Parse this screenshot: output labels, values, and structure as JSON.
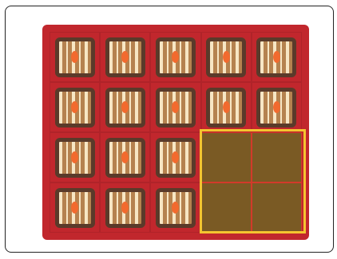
{
  "board": {
    "rows": 4,
    "cols": 5,
    "cells": [
      [
        "tile",
        "tile",
        "tile",
        "tile",
        "tile"
      ],
      [
        "tile",
        "tile",
        "tile",
        "tile",
        "tile"
      ],
      [
        "tile",
        "tile",
        "tile",
        "empty",
        "empty"
      ],
      [
        "tile",
        "tile",
        "tile",
        "empty",
        "empty"
      ]
    ],
    "selection": {
      "rows": [
        2,
        3
      ],
      "cols": [
        3,
        4
      ]
    }
  },
  "colors": {
    "board": "#c1272d",
    "tile_border": "#5a3a2a",
    "tile_stripe_light": "#f7e6c4",
    "tile_stripe_dark": "#b5824f",
    "tile_dot": "#f26a2e",
    "empty_cell": "#7a5a24",
    "selection": "#f4c430"
  },
  "icons": {
    "tile": "striped-tile-icon",
    "dot": "orange-dot-icon"
  }
}
